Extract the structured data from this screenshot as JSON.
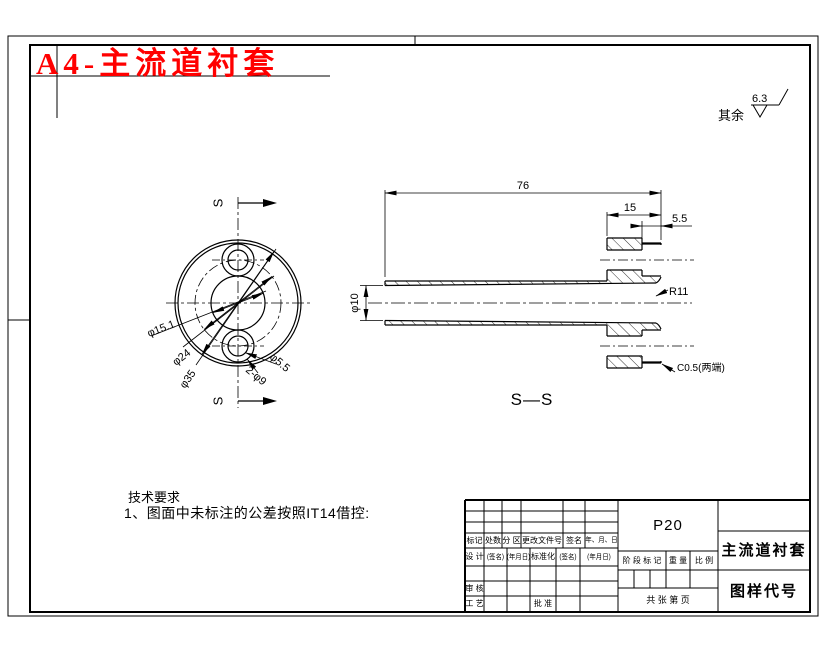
{
  "page": {
    "background": "#ffffff",
    "line_color": "#000000",
    "accent_red": "#ff0000"
  },
  "header": {
    "title": "A4-主流道衬套"
  },
  "surface": {
    "label": "其余",
    "roughness_value": "6.3"
  },
  "front_view": {
    "s_top": "S",
    "s_bottom": "S",
    "phi151": "φ15.1",
    "phi24": "φ24",
    "phi35": "φ35",
    "phi55": "φ5.5",
    "phi9": "2-φ9"
  },
  "section_view": {
    "caption": "S—S",
    "len76": "76",
    "len15": "15",
    "len55": "5.5",
    "bore": "φ10",
    "r11": "R11",
    "chamfer": "C0.5(两端)"
  },
  "tech": {
    "heading": "技术要求",
    "item1": "1、图面中未标注的公差按照IT14借控:"
  },
  "title_block": {
    "material": "P20",
    "part_name": "主流道衬套",
    "drawing_code": "图样代号",
    "mark": "标记",
    "count": "处数",
    "zone": "分 区",
    "change_doc": "更改文件号",
    "sign": "签名",
    "ymd": "年、月、日",
    "design": "设 计",
    "sig1": "(签名)",
    "date1": "(年月日)",
    "standardize": "标准化",
    "sig2": "(签名)",
    "date2": "(年月日)",
    "audit": "审 核",
    "craft": "工 艺",
    "approve": "批 准",
    "stage_mark": "阶 段 标 记",
    "weight": "重 量",
    "scale": "比 例",
    "sheets": "共  张  第  页"
  }
}
